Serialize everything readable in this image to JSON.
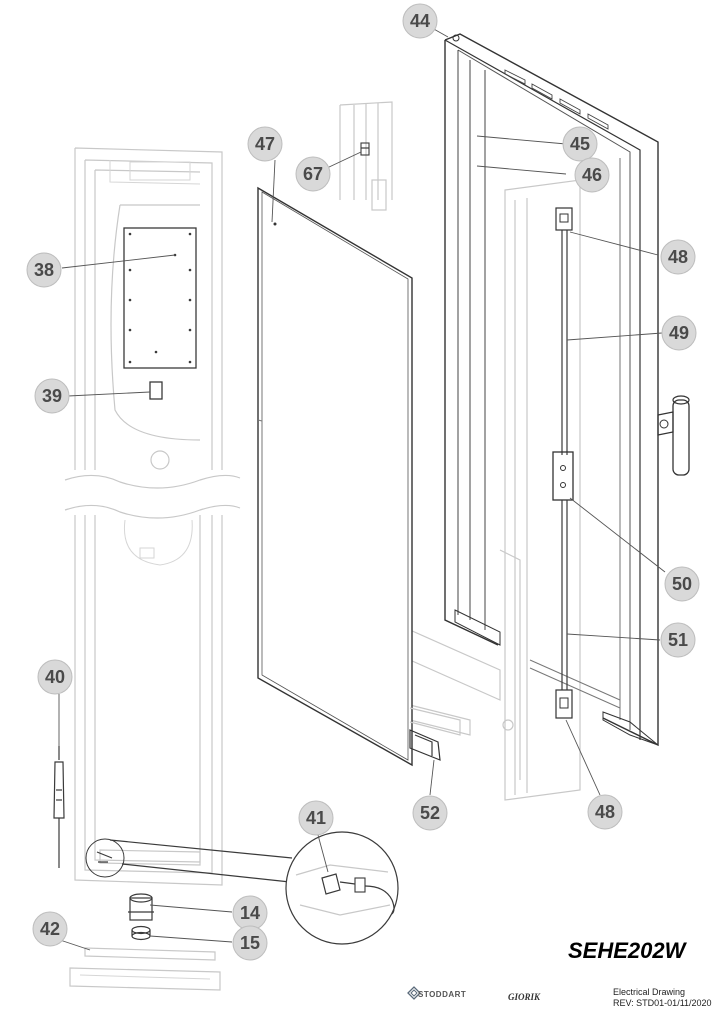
{
  "callouts": [
    {
      "label": "44"
    },
    {
      "label": "45"
    },
    {
      "label": "46"
    },
    {
      "label": "47"
    },
    {
      "label": "67"
    },
    {
      "label": "48"
    },
    {
      "label": "49"
    },
    {
      "label": "38"
    },
    {
      "label": "39"
    },
    {
      "label": "50"
    },
    {
      "label": "51"
    },
    {
      "label": "40"
    },
    {
      "label": "52"
    },
    {
      "label": "48"
    },
    {
      "label": "41"
    },
    {
      "label": "14"
    },
    {
      "label": "15"
    },
    {
      "label": "42"
    }
  ],
  "model_code": "SEHE202W",
  "brand_left": "STODDART",
  "brand_right": "GIORIK",
  "title_line1": "Electrical Drawing",
  "title_line2": "REV: STD01-01/11/2020",
  "colors": {
    "callout_fill": "#d9d9d9",
    "callout_text": "#4a4a4a",
    "line_dark": "#3a3a3a",
    "line_ghost": "#c8c8c8"
  }
}
